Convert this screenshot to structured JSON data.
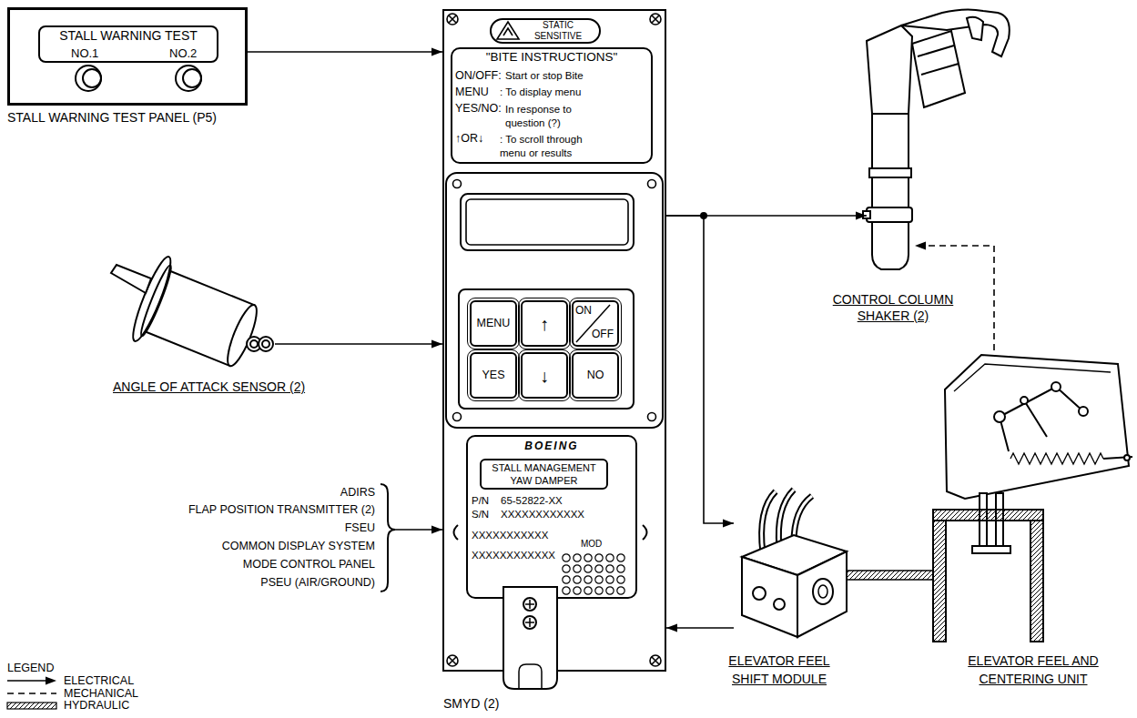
{
  "diagram": {
    "nodes": [
      {
        "text": [
          "STALL WARNING TEST PANEL (P5)"
        ]
      },
      {
        "text": [
          "STALL WARNING TEST",
          "NO.1",
          "NO.2"
        ],
        "in": 0
      },
      {
        "text": [
          "ANGLE OF ATTACK SENSOR (2)"
        ]
      },
      {
        "text": [
          "ADIRS",
          "FLAP POSITION TRANSMITTER (2)",
          "FSEU",
          "COMMON DISPLAY SYSTEM",
          "MODE CONTROL PANEL",
          "PSEU (AIR/GROUND)"
        ]
      },
      {
        "text": [
          "SMYD (2)"
        ]
      },
      {
        "text": [
          "STATIC SENSITIVE"
        ],
        "in": 4
      },
      {
        "text": [
          "\"BITE INSTRUCTIONS\"",
          "ON/OFF:",
          "Start or stop Bite",
          "MENU",
          ": To display menu",
          "YES/NO:",
          "In response to question (?)",
          "↑OR↓",
          ": To scroll through menu or results"
        ],
        "in": 4
      },
      {
        "text": [
          "MENU"
        ],
        "in": 4
      },
      {
        "text": [
          "↑"
        ],
        "in": 4
      },
      {
        "text": [
          "ON",
          "OFF"
        ],
        "in": 4
      },
      {
        "text": [
          "YES"
        ],
        "in": 4
      },
      {
        "text": [
          "↓"
        ],
        "in": 4
      },
      {
        "text": [
          "NO"
        ],
        "in": 4
      },
      {
        "text": [
          "BOEING",
          "P/N",
          "65-52822-XX",
          "S/N",
          "XXXXXXXXXXXX",
          "XXXXXXXXXXX",
          "MOD",
          "XXXXXXXXXXXX"
        ],
        "in": 4
      },
      {
        "text": [
          "STALL MANAGEMENT YAW DAMPER"
        ],
        "in": 13
      },
      {
        "text": [
          "CONTROL COLUMN SHAKER (2)"
        ]
      },
      {
        "text": [
          "ELEVATOR FEEL SHIFT MODULE"
        ]
      },
      {
        "text": [
          "ELEVATOR FEEL AND CENTERING UNIT"
        ]
      }
    ],
    "edges": [
      {
        "from": 0,
        "to": 4,
        "arrow": "to"
      },
      {
        "from": 2,
        "to": 4,
        "arrow": "to"
      },
      {
        "from": 3,
        "to": 4,
        "arrow": "to"
      },
      {
        "from": 4,
        "to": 15,
        "arrow": "to"
      },
      {
        "from": 4,
        "to": 16,
        "arrow": "to"
      },
      {
        "from": 16,
        "to": 4,
        "arrow": "to"
      },
      {
        "from": 16,
        "to": 17,
        "arrow": "none"
      },
      {
        "from": 17,
        "to": 15,
        "arrow": "to"
      }
    ],
    "labels": [
      "LEGEND"
    ],
    "legend": [
      {
        "text": "ELECTRICAL"
      },
      {
        "text": "MECHANICAL"
      },
      {
        "text": "HYDRAULIC"
      }
    ]
  }
}
